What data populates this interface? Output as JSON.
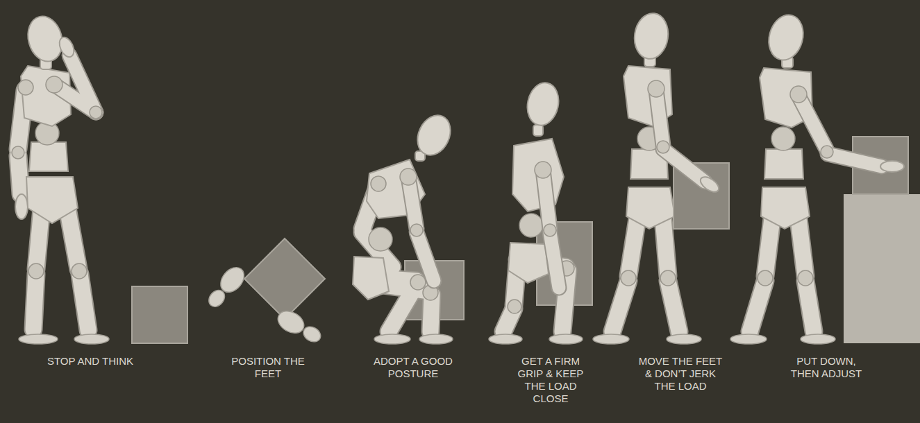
{
  "diagram": {
    "labels": [
      "STOP AND THINK",
      "POSITION THE FEET",
      "ADOPT A GOOD POSTURE",
      "GET A FIRM GRIP & KEEP THE LOAD CLOSE",
      "MOVE THE FEET & DON’T JERK THE LOAD",
      "PUT DOWN, THEN ADJUST"
    ]
  }
}
